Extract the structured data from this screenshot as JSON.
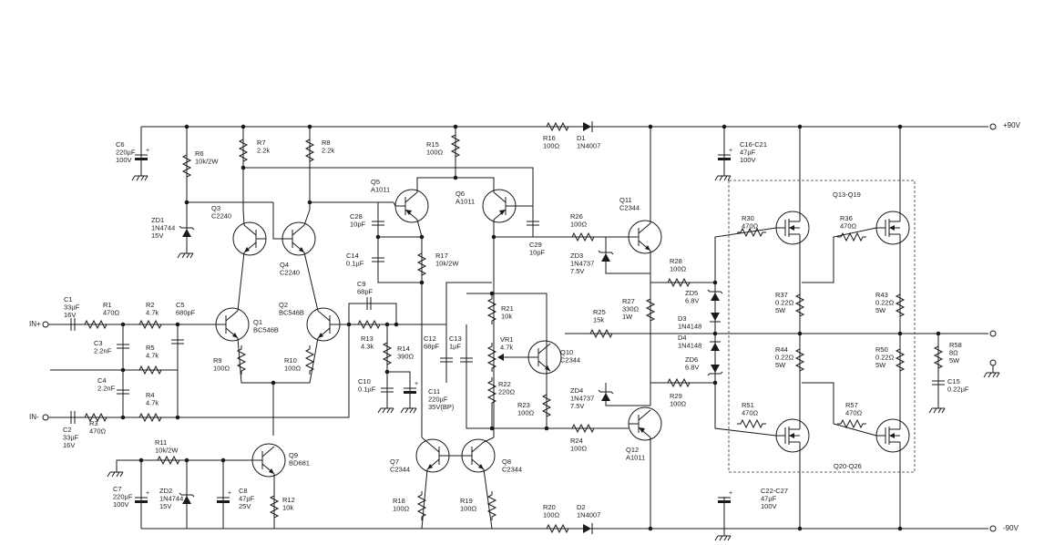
{
  "rails": {
    "pos": "+90V",
    "neg": "-90V"
  },
  "inputs": {
    "plus": "IN+",
    "minus": "IN-"
  },
  "labels": {
    "c6": "C6\n220µF\n100V",
    "r6": "R6\n10k/2W",
    "zd1": "ZD1\n1N4744\n15V",
    "r7": "R7\n2.2k",
    "r8": "R8\n2.2k",
    "q3": "Q3\nC2240",
    "q4": "Q4\nC2240",
    "c1": "C1\n33µF\n16V",
    "r1": "R1\n470Ω",
    "r2": "R2\n4.7k",
    "c5": "C5\n680pF",
    "c3": "C3\n2.2nF",
    "r5": "R5\n4.7k",
    "c4": "C4\n2.2nF",
    "r4": "R4\n4.7k",
    "c2": "C2\n33µF\n16V",
    "r3": "R3\n470Ω",
    "q1": "Q1\nBC546B",
    "q2": "Q2\nBC546B",
    "r9": "R9\n100Ω",
    "r10": "R10\n100Ω",
    "c9": "C9\n68pF",
    "r13": "R13\n4.3k",
    "r14": "R14\n390Ω",
    "c10": "C10\n0.1µF",
    "r11": "R11\n10k/2W",
    "q9": "Q9\nBD681",
    "c7": "C7\n220µF\n100V",
    "zd2": "ZD2\n1N4744\n15V",
    "c8": "C8\n47µF\n25V",
    "r12": "R12\n10k",
    "q5": "Q5\nA1011",
    "q6": "Q6\nA1011",
    "r15": "R15\n100Ω",
    "c28": "C28\n10pF",
    "c14": "C14\n0.1µF",
    "r17": "R17\n10k/2W",
    "c29": "C29\n10pF",
    "c12": "C12\n68pF",
    "c13": "C13\n1µF",
    "c11": "C11\n220µF\n35V(BP)",
    "r21": "R21\n10k",
    "vr1": "VR1\n4.7k",
    "q10": "Q10\nC2344",
    "r22": "R22\n220Ω",
    "r23": "R23\n100Ω",
    "q7": "Q7\nC2344",
    "q8": "Q8\nC2344",
    "r18": "R18\n100Ω",
    "r19": "R19\n100Ω",
    "r16": "R16\n100Ω",
    "d1": "D1\n1N4007",
    "r20": "R20\n100Ω",
    "d2": "D2\n1N4007",
    "q11": "Q11\nC2344",
    "r26": "R26\n100Ω",
    "zd3": "ZD3\n1N4737\n7.5V",
    "r25": "R25\n15k",
    "r27": "R27\n330Ω\n1W",
    "zd4": "ZD4\n1N4737\n7.5V",
    "r24": "R24\n100Ω",
    "q12": "Q12\nA1011",
    "r28": "R28\n100Ω",
    "zd5": "ZD5\n6.8V",
    "d3": "D3\n1N4148",
    "d4": "D4\n1N4148",
    "zd6": "ZD6\n6.8V",
    "r29": "R29\n100Ω",
    "c16": "C16-C21\n47µF\n100V",
    "q1319": "Q13-Q19",
    "r30": "R30\n470Ω",
    "r36": "R36\n470Ω",
    "r37": "R37\n0.22Ω\n5W",
    "r43": "R43\n0.22Ω\n5W",
    "r44": "R44\n0.22Ω\n5W",
    "r50": "R50\n0.22Ω\n5W",
    "r51": "R51\n470Ω",
    "r57": "R57\n470Ω",
    "q2026": "Q20-Q26",
    "c22": "C22-C27\n47µF\n100V",
    "r58": "R58\n8Ω\n5W",
    "c15": "C15\n0.22µF"
  }
}
